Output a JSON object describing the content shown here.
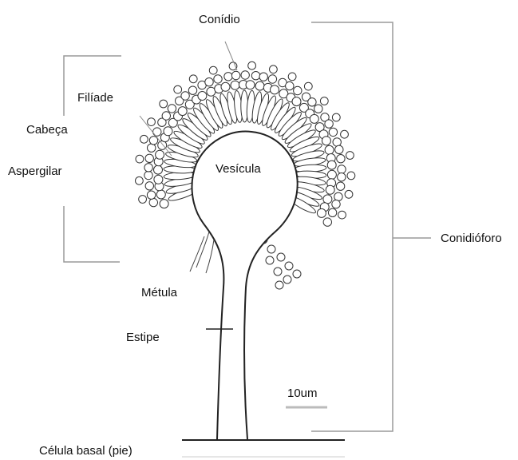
{
  "labels": {
    "conidio": "Conídio",
    "filiade": "Filíade",
    "cabeca": "Cabeça",
    "aspergilar": "Aspergilar",
    "vesicula": "Vesícula",
    "conidioforo": "Conidióforo",
    "metula": "Métula",
    "estipe": "Estipe",
    "scale": "10um",
    "celula_basal": "Célula basal (pie)"
  },
  "colors": {
    "line": "#222222",
    "bracket": "#9a9a9a",
    "text": "#111111"
  }
}
